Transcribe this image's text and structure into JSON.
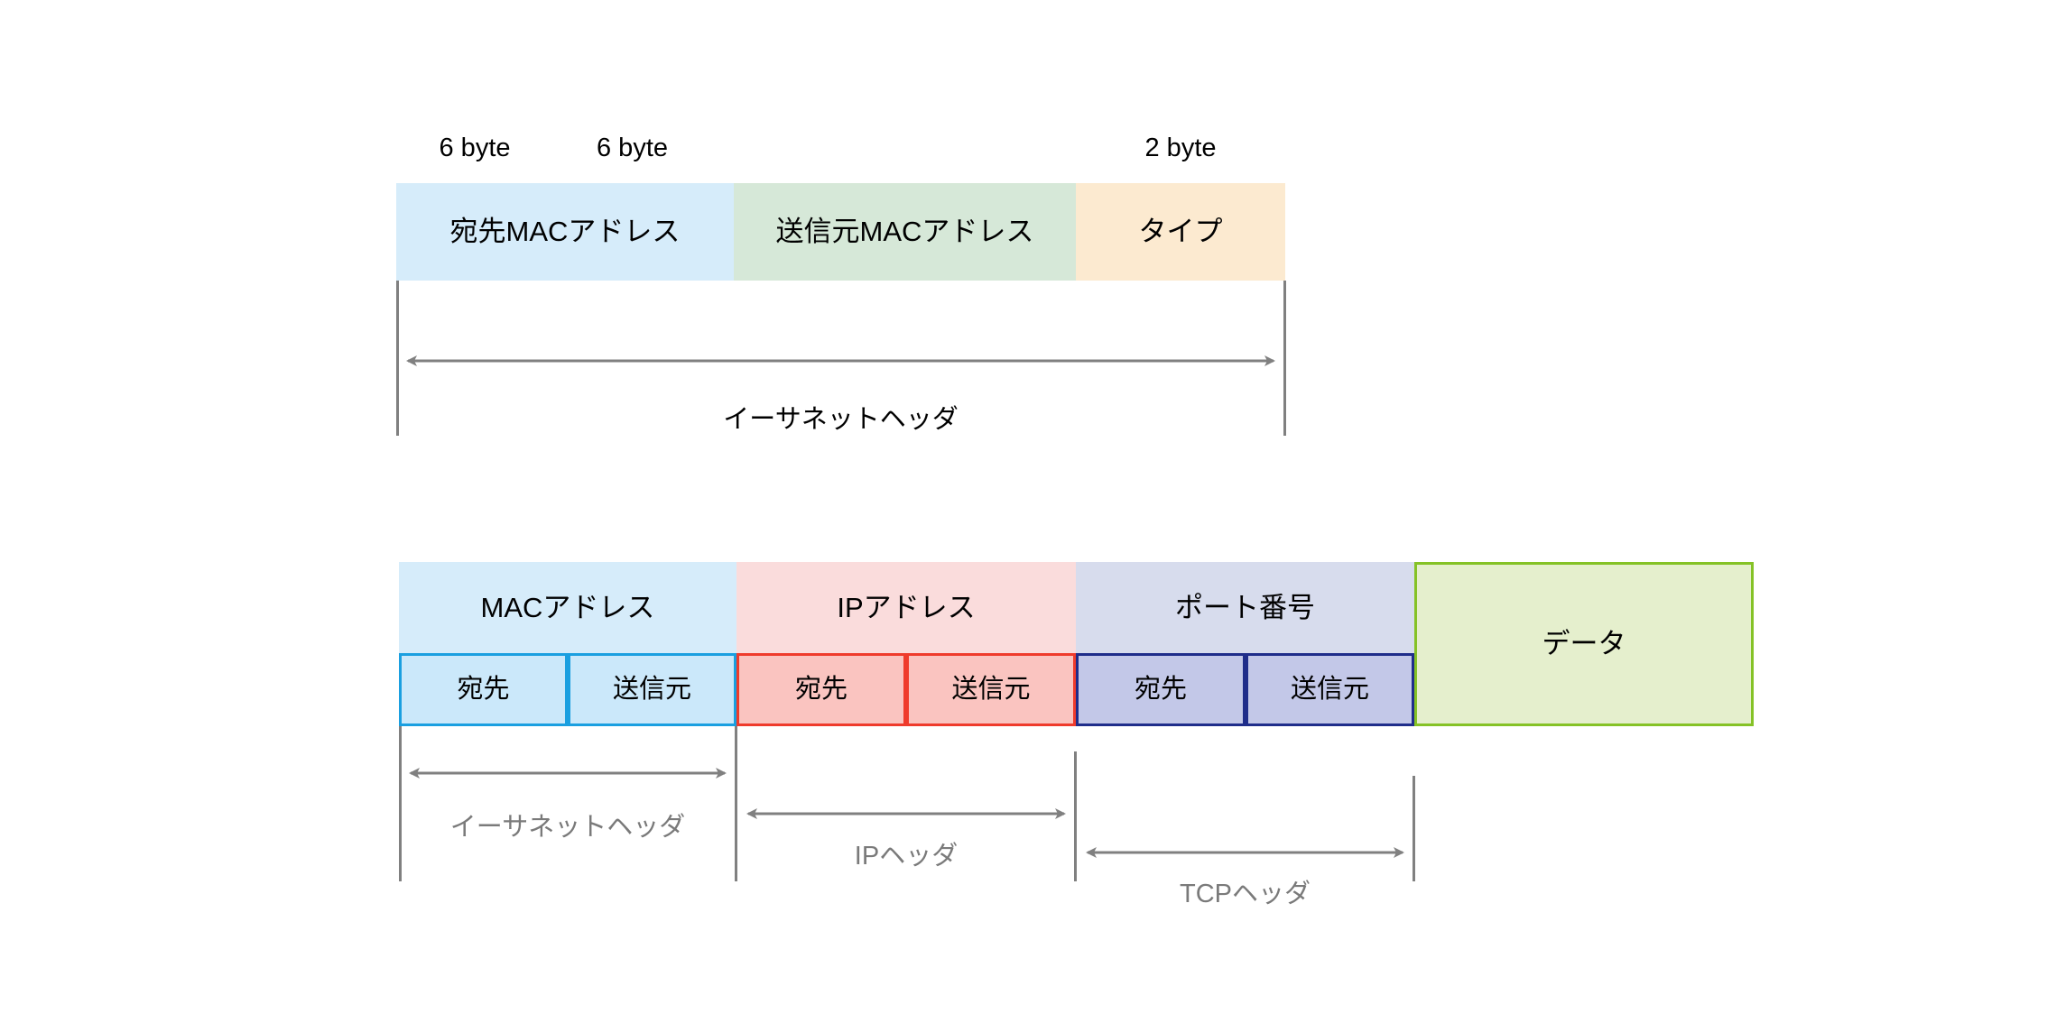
{
  "diagram": {
    "title": "Ethernet / IP / TCP header layout",
    "colors": {
      "mac_fill": "#d6ecfa",
      "mac_sub_fill": "#cbe8fa",
      "mac_border": "#1a9fe0",
      "src_mac_fill": "#d6e8d8",
      "type_fill": "#fcead0",
      "ip_fill": "#fadcdc",
      "ip_sub_fill": "#fac4c0",
      "ip_border": "#ef3b2c",
      "port_fill": "#d7dced",
      "port_sub_fill": "#c3c8e8",
      "port_border": "#1f2d8a",
      "data_fill": "#e5efcd",
      "data_border": "#85c226",
      "line_grey": "#808080",
      "label_grey": "#7a7a7a"
    }
  },
  "ethernet_frame": {
    "size_labels": [
      {
        "text": "6 byte"
      },
      {
        "text": "6 byte"
      },
      {
        "text": "2 byte"
      }
    ],
    "fields": [
      {
        "label": "宛先MACアドレス"
      },
      {
        "label": "送信元MACアドレス"
      },
      {
        "label": "タイプ"
      }
    ],
    "span_label": "イーサネットヘッダ"
  },
  "packet_stack": {
    "groups": [
      {
        "title": "MACアドレス",
        "subfields": [
          {
            "label": "宛先"
          },
          {
            "label": "送信元"
          }
        ]
      },
      {
        "title": "IPアドレス",
        "subfields": [
          {
            "label": "宛先"
          },
          {
            "label": "送信元"
          }
        ]
      },
      {
        "title": "ポート番号",
        "subfields": [
          {
            "label": "宛先"
          },
          {
            "label": "送信元"
          }
        ]
      }
    ],
    "data_block": {
      "title": "データ"
    },
    "span_labels": [
      {
        "text": "イーサネットヘッダ"
      },
      {
        "text": "IPヘッダ"
      },
      {
        "text": "TCPヘッダ"
      }
    ]
  }
}
